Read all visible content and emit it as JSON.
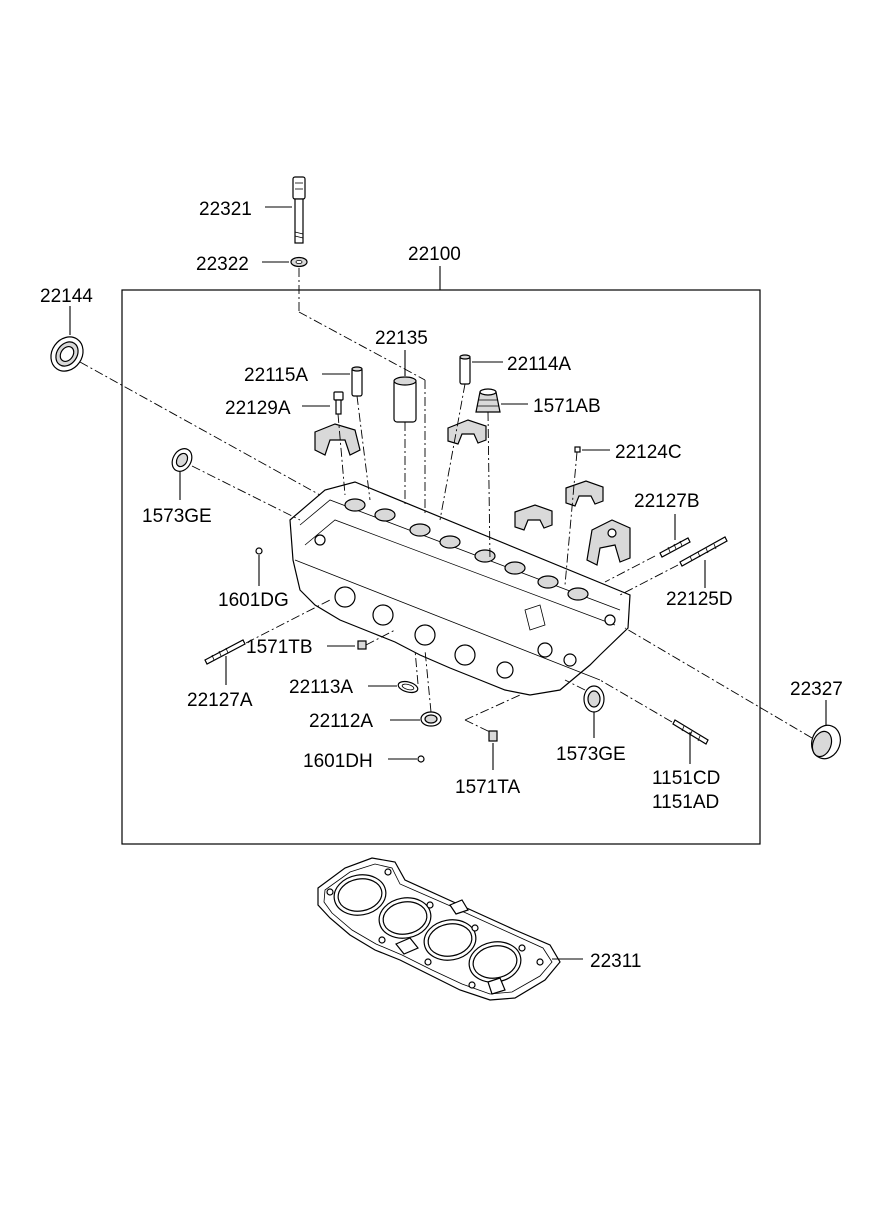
{
  "labels": {
    "p22321": "22321",
    "p22322": "22322",
    "p22100": "22100",
    "p22144": "22144",
    "p22135": "22135",
    "p22115A": "22115A",
    "p22114A": "22114A",
    "p22129A": "22129A",
    "p1571AB": "1571AB",
    "p22124C": "22124C",
    "p1573GE_left": "1573GE",
    "p22127B": "22127B",
    "p1601DG": "1601DG",
    "p22125D": "22125D",
    "p1571TB": "1571TB",
    "p22327": "22327",
    "p22113A": "22113A",
    "p22127A": "22127A",
    "p22112A": "22112A",
    "p1573GE_right": "1573GE",
    "p1601DH": "1601DH",
    "p1571TA": "1571TA",
    "p1151CD": "1151CD",
    "p1151AD": "1151AD",
    "p22311": "22311"
  }
}
